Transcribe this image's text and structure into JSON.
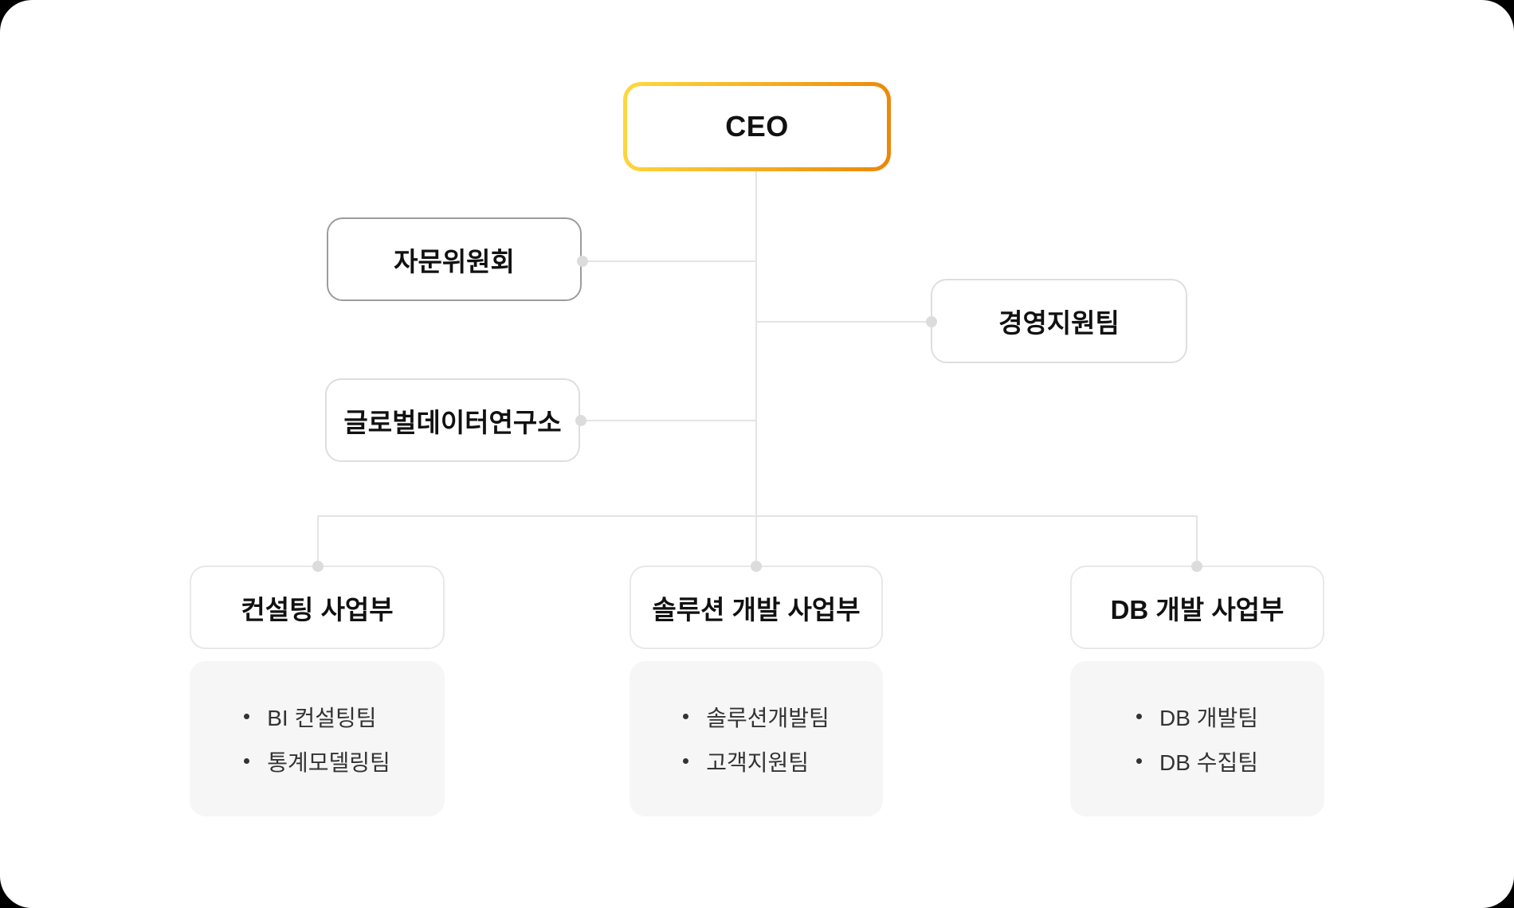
{
  "org": {
    "ceo": {
      "label": "CEO"
    },
    "staff_nodes": [
      {
        "label": "자문위원회"
      },
      {
        "label": "경영지원팀"
      },
      {
        "label": "글로벌데이터연구소"
      }
    ],
    "divisions": [
      {
        "label": "컨설팅 사업부",
        "teams": [
          "BI 컨설팅팀",
          "통계모델링팀"
        ]
      },
      {
        "label": "솔루션 개발 사업부",
        "teams": [
          "솔루션개발팀",
          "고객지원팀"
        ]
      },
      {
        "label": "DB 개발 사업부",
        "teams": [
          "DB 개발팀",
          "DB 수집팀"
        ]
      }
    ],
    "colors": {
      "ceo_gradient_start": "#FFD93F",
      "ceo_gradient_end": "#EC8506",
      "advisory_border": "#9C9C9C",
      "light_border": "#DEDEDE",
      "division_border": "#E8E8E8",
      "panel_bg": "#F6F6F6",
      "line": "#E4E4E4",
      "dot": "#DCDCDC",
      "title_color": "#111111",
      "team_color": "#333333"
    }
  }
}
